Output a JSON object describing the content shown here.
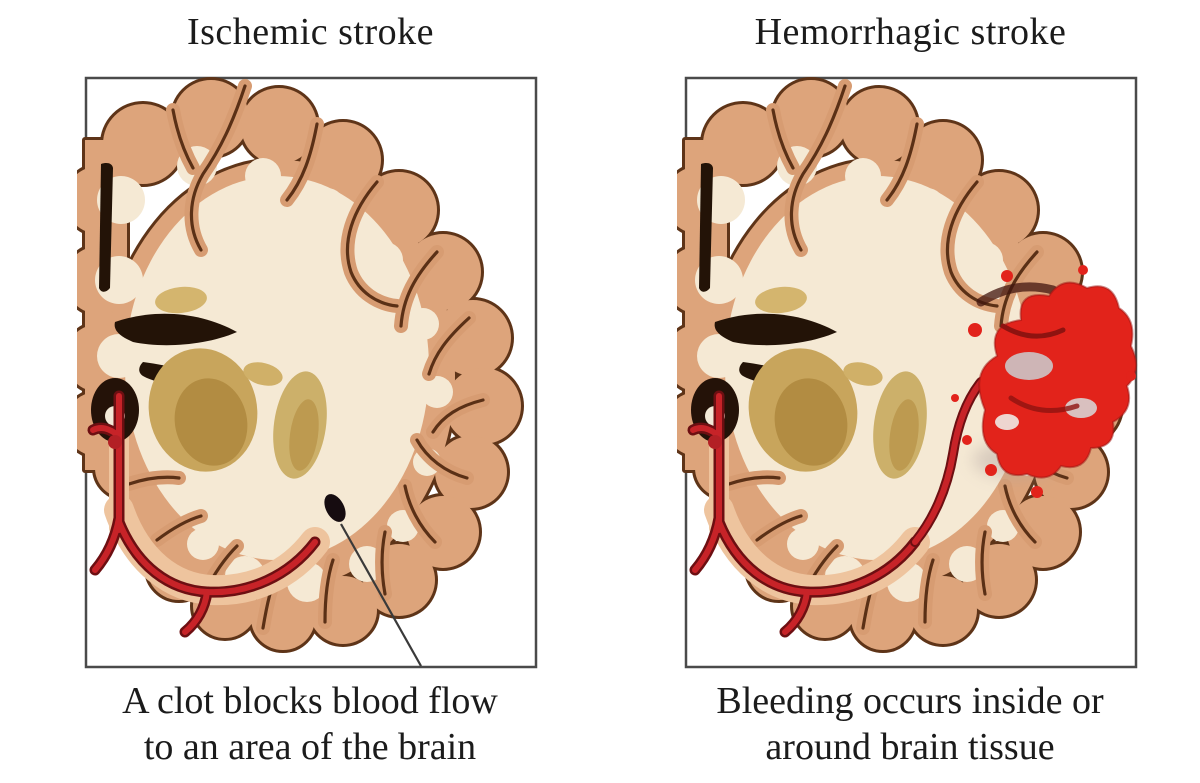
{
  "panels": [
    {
      "id": "ischemic",
      "title": "Ischemic stroke",
      "caption_line1": "A clot blocks blood flow",
      "caption_line2": "to an area of the brain"
    },
    {
      "id": "hemorrhagic",
      "title": "Hemorrhagic stroke",
      "caption_line1": "Bleeding occurs inside or",
      "caption_line2": "around brain tissue"
    }
  ],
  "colors": {
    "background": "#ffffff",
    "frame": "#4a4a4a",
    "text": "#1b1b1b",
    "cortex_tan": "#dda47b",
    "cortex_outline": "#5e3418",
    "white_matter": "#f5e9d4",
    "sulcus_ribbon": "#d79c72",
    "ischemic_region": "#96909f",
    "ischemic_gyri": "#b6aec2",
    "artery_red": "#c72328",
    "artery_dark": "#6d0f12",
    "clot_dark": "#1d1218",
    "hemorrhage_red": "#e2231b",
    "ventricle_black": "#231307",
    "basal_ganglia_gold": "#c8a55c",
    "pink_band": "#eec49e",
    "pointer_line": "#3a3a3a"
  }
}
